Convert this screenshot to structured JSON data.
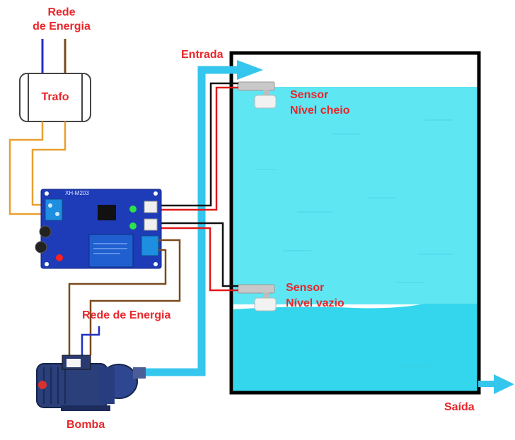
{
  "labels": {
    "grid_top_line1": "Rede",
    "grid_top_line2": "de Energia",
    "transformer": "Trafo",
    "inlet": "Entrada",
    "sensor_full_line1": "Sensor",
    "sensor_full_line2": "Nível cheio",
    "sensor_empty_line1": "Sensor",
    "sensor_empty_line2": "Nível vazio",
    "grid_pump": "Rede de Energia",
    "pump": "Bomba",
    "outlet": "Saída",
    "board_model": "XH-M203"
  },
  "colors": {
    "label_text": "#e8262a",
    "water": "#52e4f2",
    "water_deep": "#36d8ee",
    "pipe": "#35c6ee",
    "tank_outline": "#000000",
    "wire_brown": "#7a4a1e",
    "wire_blue": "#1f2fc4",
    "wire_orange": "#e8a030",
    "wire_red": "#e01818",
    "wire_black": "#111111",
    "pcb": "#1e3bb8"
  }
}
